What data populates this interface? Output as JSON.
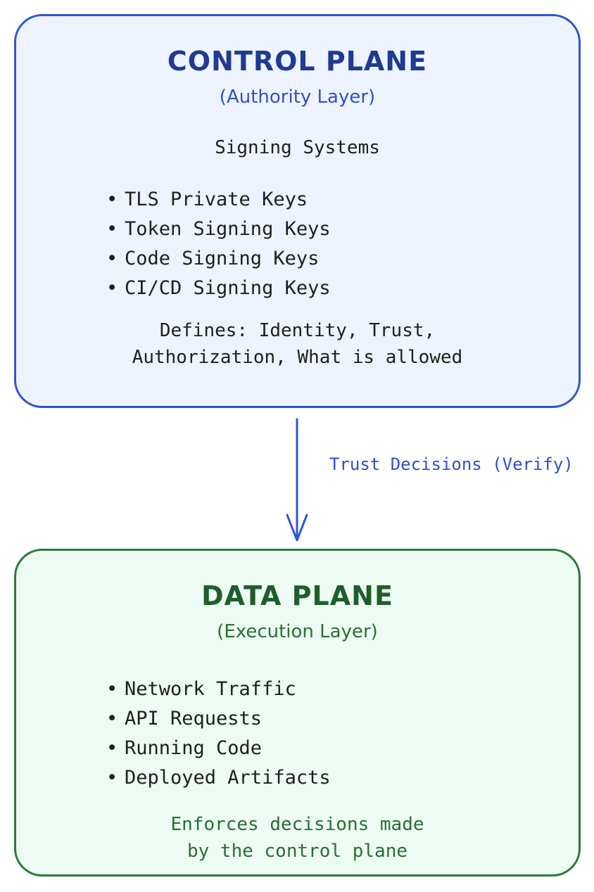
{
  "control_plane": {
    "title": "CONTROL PLANE",
    "subtitle": "(Authority Layer)",
    "heading": "Signing Systems",
    "items": [
      "TLS Private Keys",
      "Token Signing Keys",
      "Code Signing Keys",
      "CI/CD Signing Keys"
    ],
    "note_line1": "Defines: Identity, Trust,",
    "note_line2": "Authorization, What is allowed",
    "border_color": "#2f55d4",
    "fill_color": "#eef4ff"
  },
  "connector": {
    "label": "Trust Decisions (Verify)",
    "color": "#2f55d4"
  },
  "data_plane": {
    "title": "DATA PLANE",
    "subtitle": "(Execution Layer)",
    "items": [
      "Network Traffic",
      "API Requests",
      "Running Code",
      "Deployed Artifacts"
    ],
    "note_line1": "Enforces decisions made",
    "note_line2": "by the control plane",
    "border_color": "#2a7a3a",
    "fill_color": "#edfbf2"
  },
  "bullet": "•"
}
